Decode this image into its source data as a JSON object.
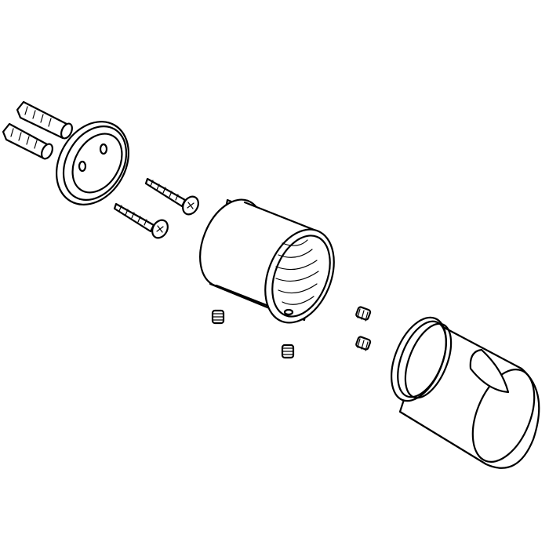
{
  "diagram": {
    "type": "exploded-assembly-view",
    "parts": [
      "wall-plug",
      "wall-plug",
      "wall-flange",
      "mounting-screw",
      "mounting-screw",
      "sleeve",
      "grub-screw",
      "grub-screw",
      "grub-screw",
      "grub-screw",
      "handle-knob"
    ]
  },
  "colors": {
    "line": "#000000",
    "background": "#ffffff"
  }
}
